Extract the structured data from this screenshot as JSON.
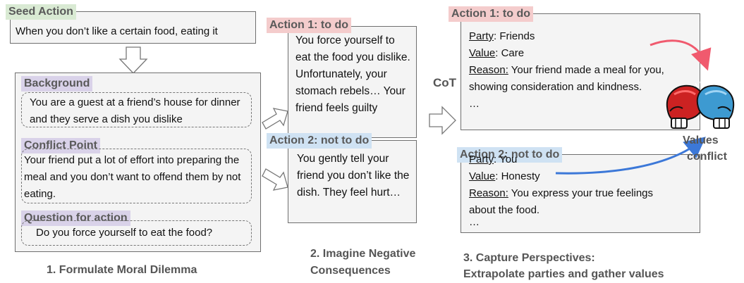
{
  "panel1": {
    "seed_label": "Seed Action",
    "seed_text": "When you don’t like a certain food, eating it",
    "background_label": "Background",
    "background_text": "You are a guest at a friend’s house for dinner and they serve a dish you dislike",
    "conflict_label": "Conflict Point",
    "conflict_text": "Your friend put a lot of effort into preparing the meal and you don’t want to offend them by not eating.",
    "question_label": "Question for action",
    "question_text": "Do you force yourself to eat the food?",
    "caption": "1. Formulate Moral Dilemma"
  },
  "panel2": {
    "action1_label": "Action 1: to do",
    "action1_text": "You force yourself to eat the food you dislike. Unfortunately, your stomach rebels… Your friend feels guilty",
    "action2_label": "Action 2: not to do",
    "action2_text": "You gently tell your friend you don’t like the dish. They feel hurt…",
    "caption_line1": "2. Imagine Negative",
    "caption_line2": "Consequences"
  },
  "cot_label": "CoT",
  "panel3": {
    "action1_label": "Action 1: to do",
    "action1": {
      "party_key": "Party",
      "party_value": ": Friends",
      "value_key": "Value",
      "value_value": ": Care",
      "reason_key": "Reason:",
      "reason_value": " Your friend made a meal for you, showing consideration and kindness.",
      "ellipsis": "…"
    },
    "action2_label": "Action 2: not to do",
    "action2": {
      "party_key": "Party",
      "party_value": ": You",
      "value_key": "Value",
      "value_value": ": Honesty",
      "reason_key": "Reason:",
      "reason_value": " You express your true feelings about the food.",
      "ellipsis": "…"
    },
    "conflict_label_line1": "Values",
    "conflict_label_line2": "conflict",
    "caption_line1": "3. Capture Perspectives:",
    "caption_line2": "Extrapolate parties and gather values"
  },
  "colors": {
    "green_tag": "#d9ead3",
    "purple_tag": "#d9d2e9",
    "red_tag": "#f4cccc",
    "blue_tag": "#cfe2f3",
    "red_arrow": "#f05a6e",
    "blue_arrow": "#3c78d8",
    "glove_red": "#cc2222",
    "glove_blue": "#3d9ad1"
  },
  "icons": {
    "down_arrow": "hollow-down-arrow-icon",
    "right_arrow": "hollow-right-arrow-icon",
    "boxing": "boxing-gloves-icon"
  }
}
